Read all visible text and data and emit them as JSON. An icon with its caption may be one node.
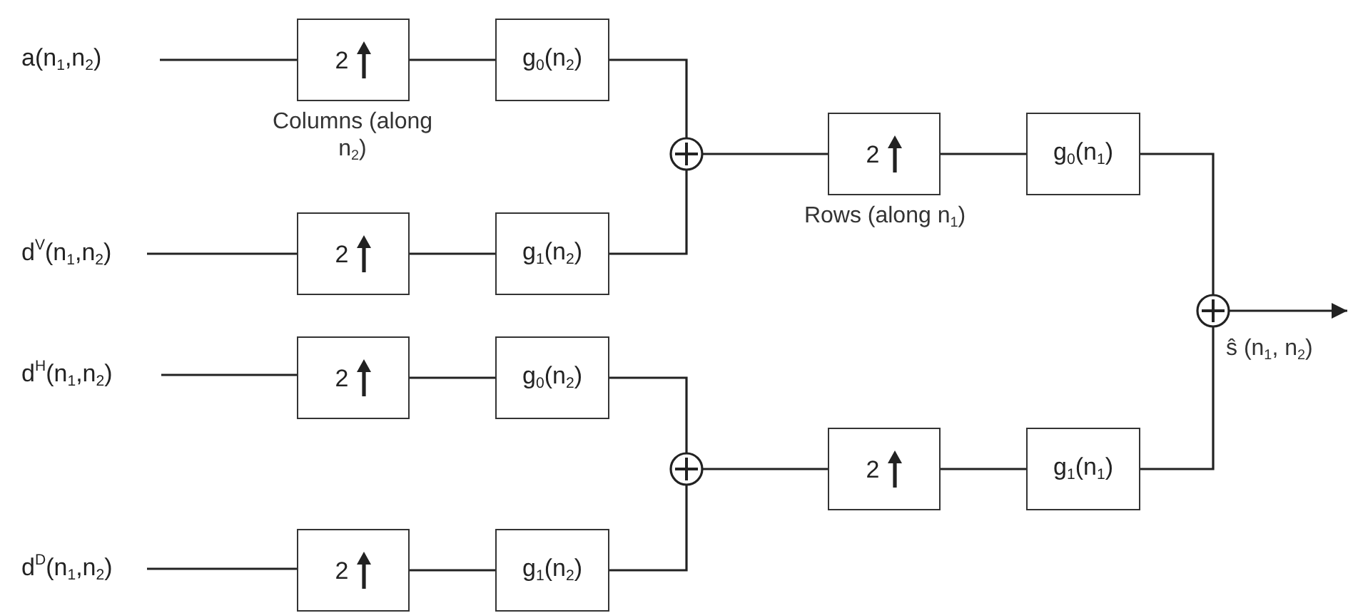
{
  "diagram": {
    "nodes": [
      {
        "text": [
          "a(n$_{1}$,n$_{2}$)"
        ]
      },
      {
        "text": [
          "2"
        ],
        "beside": [
          "Columns (along n$_{2}$)"
        ]
      },
      {
        "text": [
          "g$_{0}$(n$_{2}$)"
        ]
      },
      {
        "text": [
          "d$^{V}$(n$_{1}$,n$_{2}$)"
        ]
      },
      {
        "text": [
          "2"
        ]
      },
      {
        "text": [
          "g$_{1}$(n$_{2}$)"
        ]
      },
      {
        "text": [
          "d$^{H}$(n$_{1}$,n$_{2}$)"
        ]
      },
      {
        "text": [
          "2"
        ]
      },
      {
        "text": [
          "g$_{0}$(n$_{2}$)"
        ]
      },
      {
        "text": [
          "d$^{D}$(n$_{1}$,n$_{2}$)"
        ]
      },
      {
        "text": [
          "2"
        ]
      },
      {
        "text": [
          "g$_{1}$(n$_{2}$)"
        ]
      },
      {
        "text": [],
        "shape": "circle"
      },
      {
        "text": [],
        "shape": "circle"
      },
      {
        "text": [
          "2"
        ],
        "beside": [
          "Rows (along n$_{1}$)"
        ]
      },
      {
        "text": [
          "g$_{0}$(n$_{1}$)"
        ]
      },
      {
        "text": [
          "2"
        ]
      },
      {
        "text": [
          "g$_{1}$(n$_{1}$)"
        ]
      },
      {
        "text": [],
        "shape": "circle"
      }
    ],
    "edges": [
      {
        "from": 0,
        "to": 1,
        "arrow": "none"
      },
      {
        "from": 1,
        "to": 2,
        "arrow": "none"
      },
      {
        "from": 2,
        "to": 12,
        "arrow": "none"
      },
      {
        "from": 3,
        "to": 4,
        "arrow": "none"
      },
      {
        "from": 4,
        "to": 5,
        "arrow": "none"
      },
      {
        "from": 5,
        "to": 12,
        "arrow": "none"
      },
      {
        "from": 6,
        "to": 7,
        "arrow": "none"
      },
      {
        "from": 7,
        "to": 8,
        "arrow": "none"
      },
      {
        "from": 8,
        "to": 13,
        "arrow": "none"
      },
      {
        "from": 9,
        "to": 10,
        "arrow": "none"
      },
      {
        "from": 10,
        "to": 11,
        "arrow": "none"
      },
      {
        "from": 11,
        "to": 13,
        "arrow": "none"
      },
      {
        "from": 12,
        "to": 14,
        "arrow": "none"
      },
      {
        "from": 14,
        "to": 15,
        "arrow": "none"
      },
      {
        "from": 15,
        "to": 18,
        "arrow": "none"
      },
      {
        "from": 13,
        "to": 16,
        "arrow": "none"
      },
      {
        "from": 16,
        "to": 17,
        "arrow": "none"
      },
      {
        "from": 17,
        "to": 18,
        "arrow": "none"
      },
      {
        "from": 18,
        "to": null,
        "arrow": "to",
        "label": "ŝ (n$_{1}$, n$_{2}$)"
      }
    ]
  }
}
